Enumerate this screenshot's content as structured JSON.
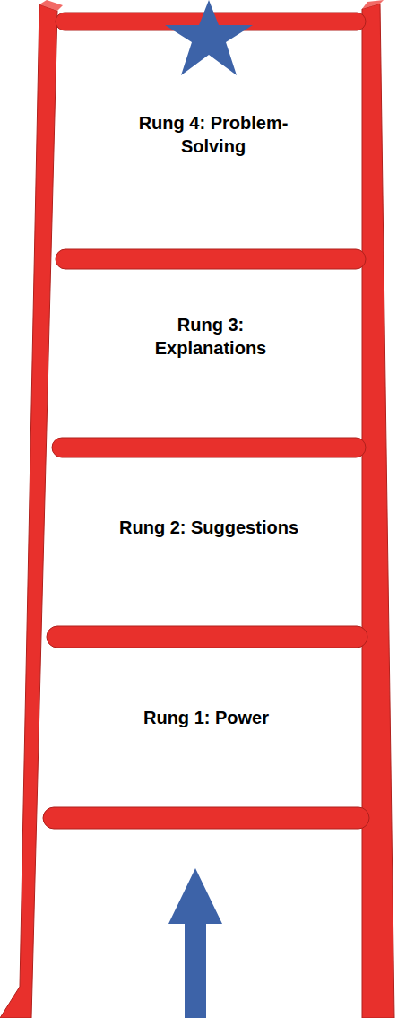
{
  "diagram": {
    "labels": [
      "Rung 4: Problem-Solving",
      "Rung 3: Explanations",
      "Rung 2: Suggestions",
      "Rung 1: Power"
    ]
  }
}
